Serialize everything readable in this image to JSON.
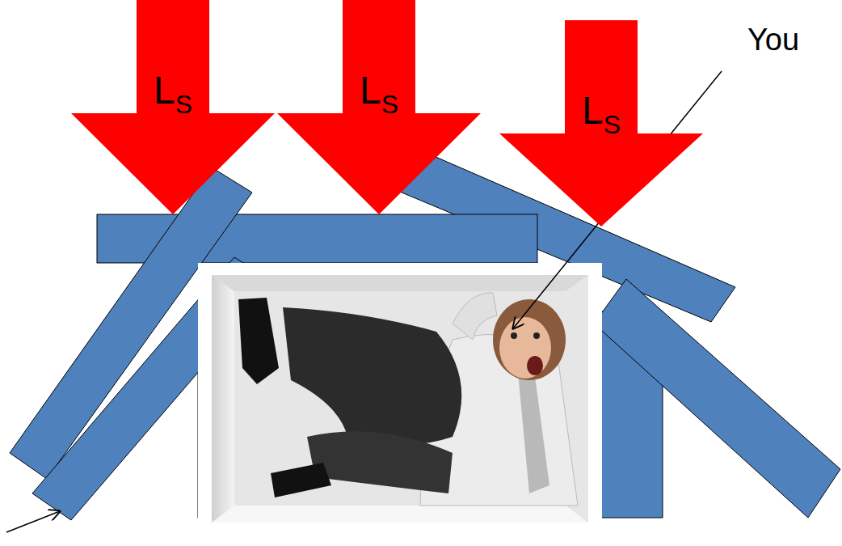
{
  "diagram": {
    "nodes": [
      {
        "text": [
          "L",
          "S"
        ]
      },
      {
        "text": [
          "L",
          "S"
        ]
      },
      {
        "text": [
          "L",
          "S"
        ]
      }
    ],
    "labels": [
      "You"
    ]
  }
}
